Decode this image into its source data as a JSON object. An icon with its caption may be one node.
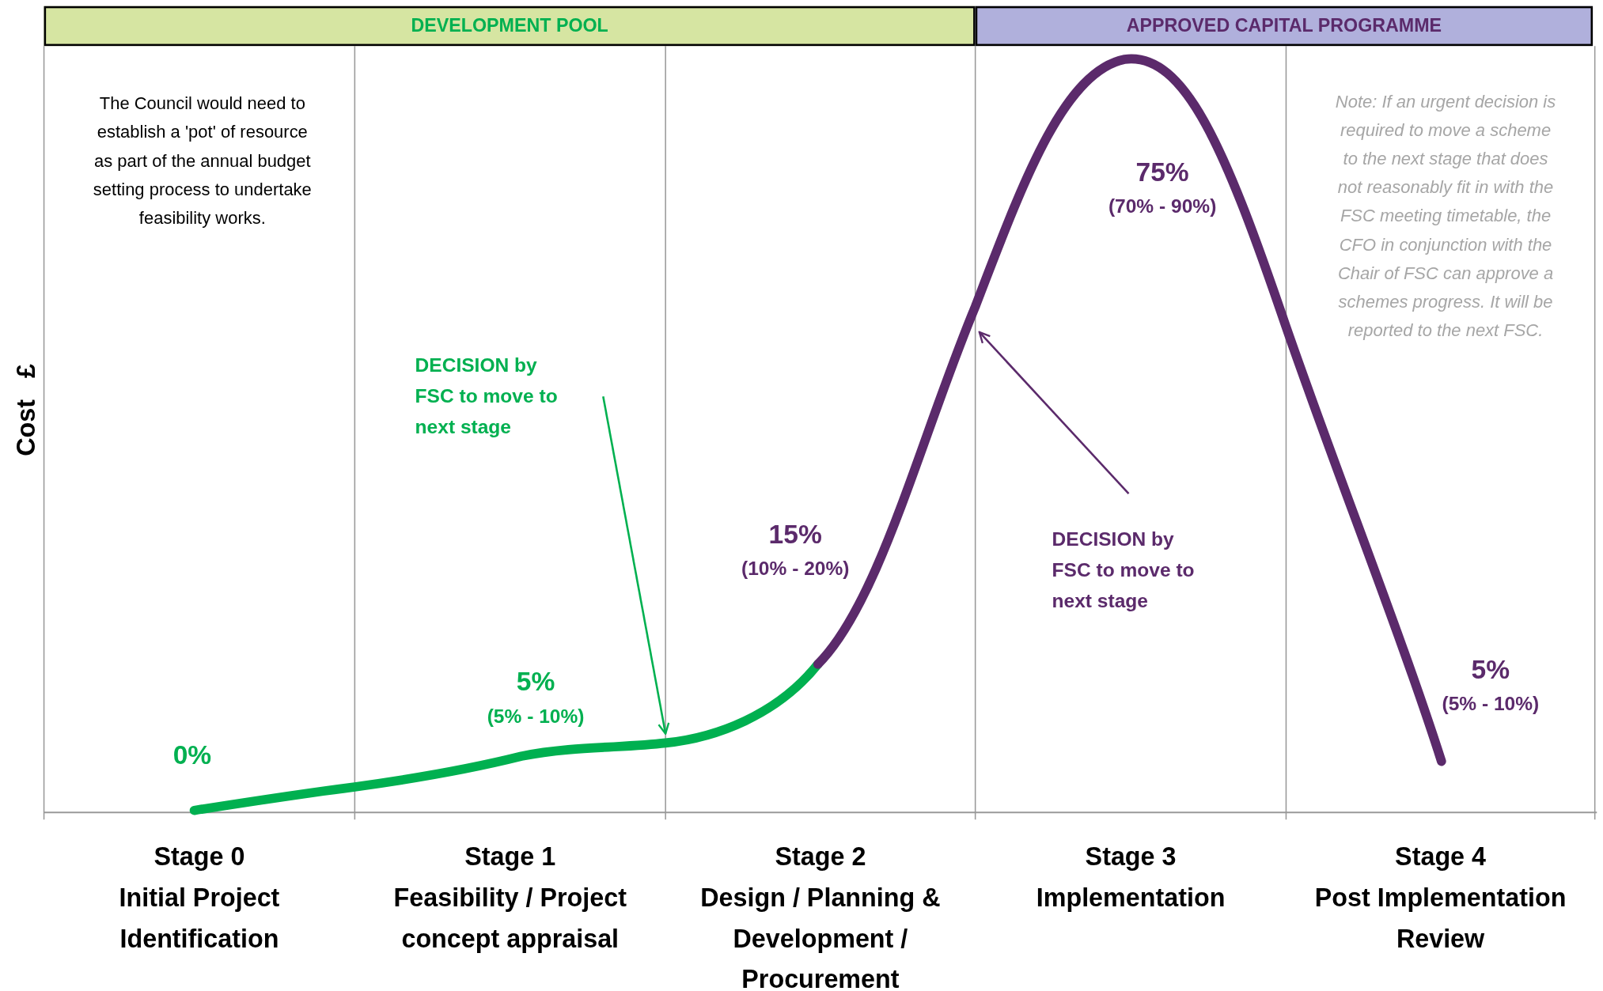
{
  "diagram": {
    "nodes": [
      {
        "text": [
          "DEVELOPMENT POOL"
        ]
      },
      {
        "text": [
          "APPROVED CAPITAL PROGRAMME"
        ]
      },
      {
        "text": [
          "DECISION by FSC to move to next stage"
        ]
      },
      {
        "text": [
          "DECISION by FSC to move to next stage"
        ]
      }
    ],
    "edges": [
      {
        "from": 2,
        "to": null,
        "arrow": "to",
        "color": "#00b050"
      },
      {
        "from": 3,
        "to": null,
        "arrow": "to",
        "color": "#5b2a6b"
      }
    ],
    "labels": [
      "The Council would need to establish a 'pot' of resource as part of the annual budget setting process to undertake feasibility works.",
      "Note: If an urgent decision is required to move a scheme to the next stage that does not reasonably fit in with the FSC meeting timetable, the CFO in conjunction with the Chair of FSC can approve a schemes progress. It will be reported to the next FSC.",
      "75%",
      "(70% - 90%)",
      "Cost   £",
      "15%",
      "(10% - 20%)",
      "5%",
      "(5% - 10%)",
      "5%",
      "(5% - 10%)",
      "0%",
      "Stage 0",
      "Initial Project Identification",
      "Stage 1",
      "Feasibility / Project concept appraisal",
      "Stage 2",
      "Design / Planning & Development / Procurement",
      "Stage 3",
      "Implementation",
      "Stage 4",
      "Post Implementation Review"
    ]
  }
}
